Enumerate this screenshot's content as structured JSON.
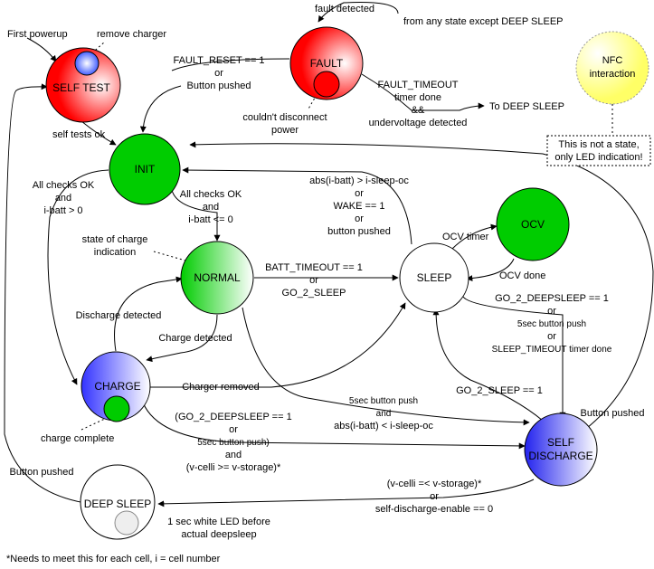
{
  "states": {
    "self_test": "SELF TEST",
    "fault": "FAULT",
    "init": "INIT",
    "normal": "NORMAL",
    "sleep": "SLEEP",
    "ocv": "OCV",
    "charge": "CHARGE",
    "self_discharge_1": "SELF",
    "self_discharge_2": "DISCHARGE",
    "deep_sleep": "DEEP SLEEP",
    "nfc_1": "NFC",
    "nfc_2": "interaction"
  },
  "labels": {
    "first_powerup": "First powerup",
    "remove_charger": "remove charger",
    "fault_detected": "fault detected",
    "from_any_state": "from any state except DEEP SLEEP",
    "fault_reset_1": "FAULT_RESET == 1",
    "fault_reset_2": "or",
    "fault_reset_3": "Button pushed",
    "couldnt_1": "couldn't disconnect",
    "couldnt_2": "power",
    "fault_timeout_1": "FAULT_TIMEOUT",
    "fault_timeout_2": "timer done",
    "fault_timeout_3": "&&",
    "fault_timeout_4": "undervoltage detected",
    "to_deep_sleep": "To DEEP SLEEP",
    "note_1": "This is not a state,",
    "note_2": "only LED indication!",
    "self_tests_ok": "self tests ok",
    "all_ok_a_1": "All checks OK",
    "all_ok_a_2": "and",
    "all_ok_a_3": "i-batt > 0",
    "all_ok_b_1": "All checks OK",
    "all_ok_b_2": "and",
    "all_ok_b_3": "i-batt <= 0",
    "abs_1": "abs(i-batt) > i-sleep-oc",
    "abs_2": "or",
    "abs_3": "WAKE == 1",
    "abs_4": "or",
    "abs_5": "button pushed",
    "soc_1": "state of charge",
    "soc_2": "indication",
    "ocv_timer": "OCV timer",
    "ocv_done": "OCV done",
    "batt_timeout_1": "BATT_TIMEOUT == 1",
    "batt_timeout_2": "or",
    "batt_timeout_3": "GO_2_SLEEP",
    "go2ds_1": "GO_2_DEEPSLEEP == 1",
    "go2ds_2": "or",
    "go2ds_3": "5sec button push",
    "go2ds_4": "or",
    "go2ds_5": "SLEEP_TIMEOUT timer done",
    "discharge_detected": "Discharge detected",
    "charge_detected": "Charge detected",
    "charger_removed": "Charger removed",
    "fivesec_1": "5sec button push",
    "fivesec_2": "and",
    "fivesec_3": "abs(i-batt) < i-sleep-oc",
    "go2sleep": "GO_2_SLEEP == 1",
    "button_pushed_right": "Button pushed",
    "cgo_1": "(GO_2_DEEPSLEEP == 1",
    "cgo_2": "or",
    "cgo_3": "5sec button push)",
    "cgo_4": "and",
    "cgo_5": "(v-celli >= v-storage)*",
    "charge_complete": "charge complete",
    "button_pushed_left": "Button pushed",
    "vcell_1": "(v-celli =< v-storage)*",
    "vcell_2": "or",
    "vcell_3": "self-discharge-enable == 0",
    "led_1": "1 sec white LED before",
    "led_2": "actual deepsleep",
    "footnote": "*Needs to meet this for each cell, i = cell number"
  },
  "colors": {
    "red": "#ff0000",
    "green": "#00cc00",
    "blue": "#3333ff",
    "yellow": "#ffff66"
  }
}
